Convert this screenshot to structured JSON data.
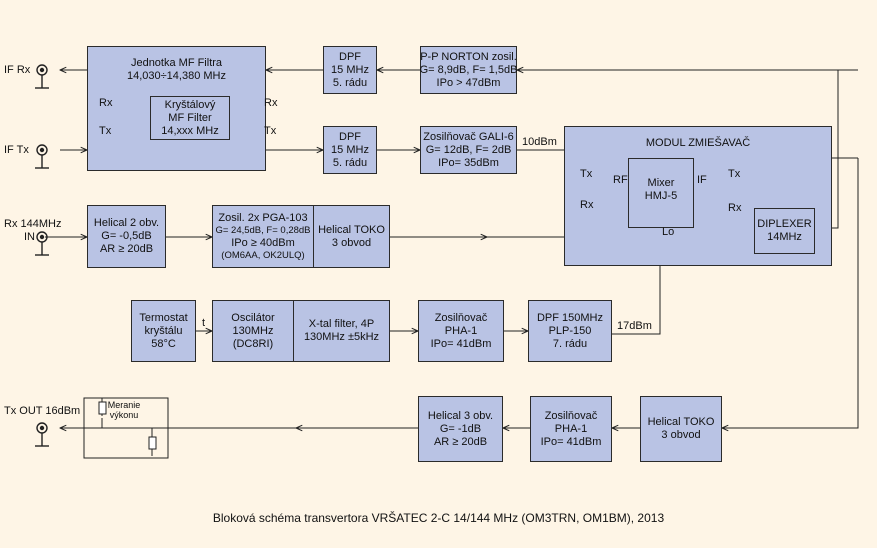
{
  "ports": {
    "if_rx": "IF Rx",
    "if_tx": "IF Tx",
    "rx144": [
      "Rx 144MHz",
      "IN"
    ],
    "tx_out": "Tx OUT 16dBm"
  },
  "mf_unit": {
    "title": [
      "Jednotka MF Filtra",
      "14,030÷14,380 MHz"
    ],
    "crystal": [
      "Kryštálový",
      "MF Filter",
      "14,xxx MHz"
    ],
    "rx": "Rx",
    "tx": "Tx"
  },
  "dpf1": [
    "DPF",
    "15 MHz",
    "5. rádu"
  ],
  "dpf2": [
    "DPF",
    "15 MHz",
    "5. rádu"
  ],
  "norton": [
    "P-P NORTON zosil.",
    "G= 8,9dB, F= 1,5dB",
    "IPo > 47dBm"
  ],
  "gali": [
    "Zosilňovač GALI-6",
    "G= 12dB, F= 2dB",
    "IPo= 35dBm"
  ],
  "label_10dbm": "10dBm",
  "mixer_module": {
    "title": "MODUL ZMIEŠAVAČ",
    "mixer": [
      "Mixer",
      "HMJ-5"
    ],
    "rf": "RF",
    "if": "IF",
    "lo": "Lo",
    "tx_left": "Tx",
    "rx_left": "Rx",
    "tx_right": "Tx",
    "rx_right": "Rx",
    "diplexer": [
      "DIPLEXER",
      "14MHz"
    ]
  },
  "helical2": [
    "Helical 2 obv.",
    "G= -0,5dB",
    "AR ≥ 20dB"
  ],
  "pga": [
    "Zosil. 2x PGA-103",
    "G= 24,5dB, F= 0,28dB",
    "IPo ≥ 40dBm",
    "(OM6AA, OK2ULQ)"
  ],
  "helical_toko_rx": [
    "Helical TOKO",
    "3 obvod"
  ],
  "thermostat": [
    "Termostat",
    "kryštálu",
    "58°C"
  ],
  "label_t": "t",
  "oscillator": [
    "Oscilátor",
    "130MHz",
    "(DC8RI)"
  ],
  "xtal": [
    "X-tal filter, 4P",
    "130MHz ±5kHz"
  ],
  "pha1_lo": [
    "Zosilňovač",
    "PHA-1",
    "IPo= 41dBm"
  ],
  "dpf150": [
    "DPF 150MHz",
    "PLP-150",
    "7. rádu"
  ],
  "label_17dbm": "17dBm",
  "measure": [
    "Meranie",
    "výkonu"
  ],
  "helical3": [
    "Helical 3 obv.",
    "G= -1dB",
    "AR ≥ 20dB"
  ],
  "pha1_tx": [
    "Zosilňovač",
    "PHA-1",
    "IPo= 41dBm"
  ],
  "helical_toko_tx": [
    "Helical TOKO",
    "3 obvod"
  ],
  "caption": "Bloková schéma transvertora VRŠATEC 2-C  14/144 MHz (OM3TRN, OM1BM), 2013"
}
